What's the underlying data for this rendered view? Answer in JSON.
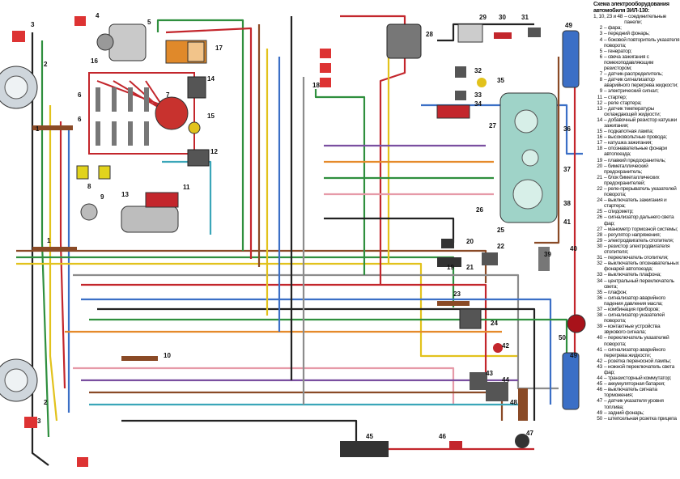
{
  "legend": {
    "title": "Схема электрооборудования автомобиля ЗИЛ-130:",
    "items": [
      {
        "num": "1, 10, 23 и 48",
        "text": "– соединительные панели;"
      },
      {
        "num": "2",
        "text": "– фара;"
      },
      {
        "num": "3",
        "text": "– передний фонарь;"
      },
      {
        "num": "4",
        "text": "– боковой повторитель указателя поворота;"
      },
      {
        "num": "5",
        "text": "– генератор;"
      },
      {
        "num": "6",
        "text": "– свеча зажигания с помехоподавляющим резистором;"
      },
      {
        "num": "7",
        "text": "– датчик-распределитель;"
      },
      {
        "num": "8",
        "text": "– датчик сигнализатор аварийного перегрева жидкости;"
      },
      {
        "num": "9",
        "text": "– электрический сигнал;"
      },
      {
        "num": "11",
        "text": "– стартер;"
      },
      {
        "num": "12",
        "text": "– реле стартера;"
      },
      {
        "num": "13",
        "text": "– датчик температуры охлаждающей жидкости;"
      },
      {
        "num": "14",
        "text": "– добавочный резистор катушки зажигания;"
      },
      {
        "num": "15",
        "text": "– подкапотная лампа;"
      },
      {
        "num": "16",
        "text": "– высоковольтные провода;"
      },
      {
        "num": "17",
        "text": "– катушка зажигания;"
      },
      {
        "num": "18",
        "text": "– опознавательные фонари автопоезда;"
      },
      {
        "num": "19",
        "text": "– плавкий предохранитель;"
      },
      {
        "num": "20",
        "text": "– биметаллический предохранитель;"
      },
      {
        "num": "21",
        "text": "– блок биметаллических предохранителей;"
      },
      {
        "num": "22",
        "text": "– реле-прерыватель указателей поворота;"
      },
      {
        "num": "24",
        "text": "– выключатель зажигания и стартера;"
      },
      {
        "num": "25",
        "text": "– спидометр;"
      },
      {
        "num": "26",
        "text": "– сигнализатор дальнего света фар;"
      },
      {
        "num": "27",
        "text": "– манометр тормозной системы;"
      },
      {
        "num": "28",
        "text": "– регулятор напряжения;"
      },
      {
        "num": "29",
        "text": "– электродвигатель отопителя;"
      },
      {
        "num": "30",
        "text": "– резистор электродвигателя отопителя;"
      },
      {
        "num": "31",
        "text": "– переключатель отопителя;"
      },
      {
        "num": "32",
        "text": "– выключатель опознавательных фонарей автопоезда;"
      },
      {
        "num": "33",
        "text": "– выключатель плафона;"
      },
      {
        "num": "34",
        "text": "– центральный переключатель света;"
      },
      {
        "num": "35",
        "text": "– плафон;"
      },
      {
        "num": "36",
        "text": "– сигнализатор аварийного падения давления масла;"
      },
      {
        "num": "37",
        "text": "– комбинация приборов;"
      },
      {
        "num": "38",
        "text": "– сигнализатор указателей поворота;"
      },
      {
        "num": "39",
        "text": "– контактные устройства звукового сигнала;"
      },
      {
        "num": "40",
        "text": "– переключатель указателей поворота;"
      },
      {
        "num": "41",
        "text": "– сигнализатор аварийного перегрева жидкости;"
      },
      {
        "num": "42",
        "text": "– розетка переносной лампы;"
      },
      {
        "num": "43",
        "text": "– ножной переключатель света фар;"
      },
      {
        "num": "44",
        "text": "– транзисторный коммутатор;"
      },
      {
        "num": "45",
        "text": "– аккумуляторная батарея;"
      },
      {
        "num": "46",
        "text": "– выключатель сигнала торможения;"
      },
      {
        "num": "47",
        "text": "– датчик указателя уровня топлива;"
      },
      {
        "num": "49",
        "text": "– задний фонарь;"
      },
      {
        "num": "50",
        "text": "– штепсельная розетка прицепа"
      }
    ]
  },
  "callouts": [
    "1",
    "2",
    "3",
    "4",
    "5",
    "6",
    "7",
    "8",
    "9",
    "10",
    "11",
    "12",
    "13",
    "14",
    "15",
    "16",
    "17",
    "18",
    "19",
    "20",
    "21",
    "22",
    "23",
    "24",
    "25",
    "26",
    "27",
    "28",
    "29",
    "30",
    "31",
    "32",
    "33",
    "34",
    "35",
    "36",
    "37",
    "38",
    "39",
    "40",
    "41",
    "42",
    "43",
    "44",
    "45",
    "46",
    "47",
    "48",
    "49",
    "50"
  ],
  "wire_colors": {
    "green": "#2f8f3e",
    "yellow": "#e2c21c",
    "red": "#c3262c",
    "brown": "#8a4a26",
    "blue": "#3b6fc6",
    "black": "#222222",
    "grey": "#8c8c8c",
    "orange": "#e58a2a",
    "pink": "#e69aa8",
    "violet": "#7a4fa0",
    "cyan": "#3aa6b9"
  }
}
